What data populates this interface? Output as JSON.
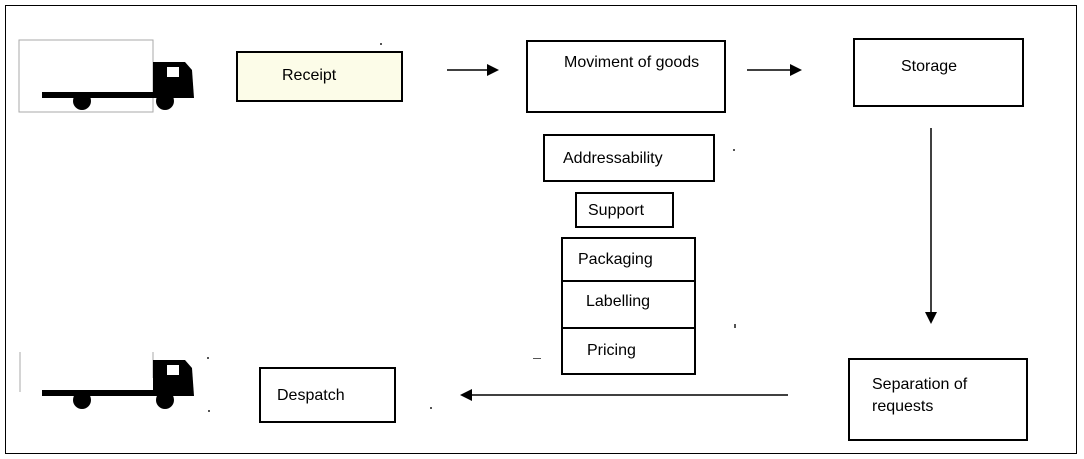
{
  "diagram": {
    "nodes": {
      "receipt": "Receipt",
      "movement": "Moviment of goods",
      "storage": "Storage",
      "addressability": "Addressability",
      "support": "Support",
      "packaging": "Packaging",
      "labelling": "Labelling",
      "pricing": "Pricing",
      "separation": "Separation of requests",
      "despatch": "Despatch"
    },
    "colors": {
      "receipt_fill": "#fcfce8",
      "stroke": "#000000",
      "truck_container_border": "#aaaaaa"
    },
    "icons": [
      "truck-icon-incoming",
      "truck-icon-outgoing"
    ],
    "edges": [
      {
        "from": "receipt",
        "to": "movement"
      },
      {
        "from": "movement",
        "to": "storage"
      },
      {
        "from": "storage",
        "to": "separation"
      },
      {
        "from": "separation",
        "to": "despatch"
      }
    ]
  }
}
